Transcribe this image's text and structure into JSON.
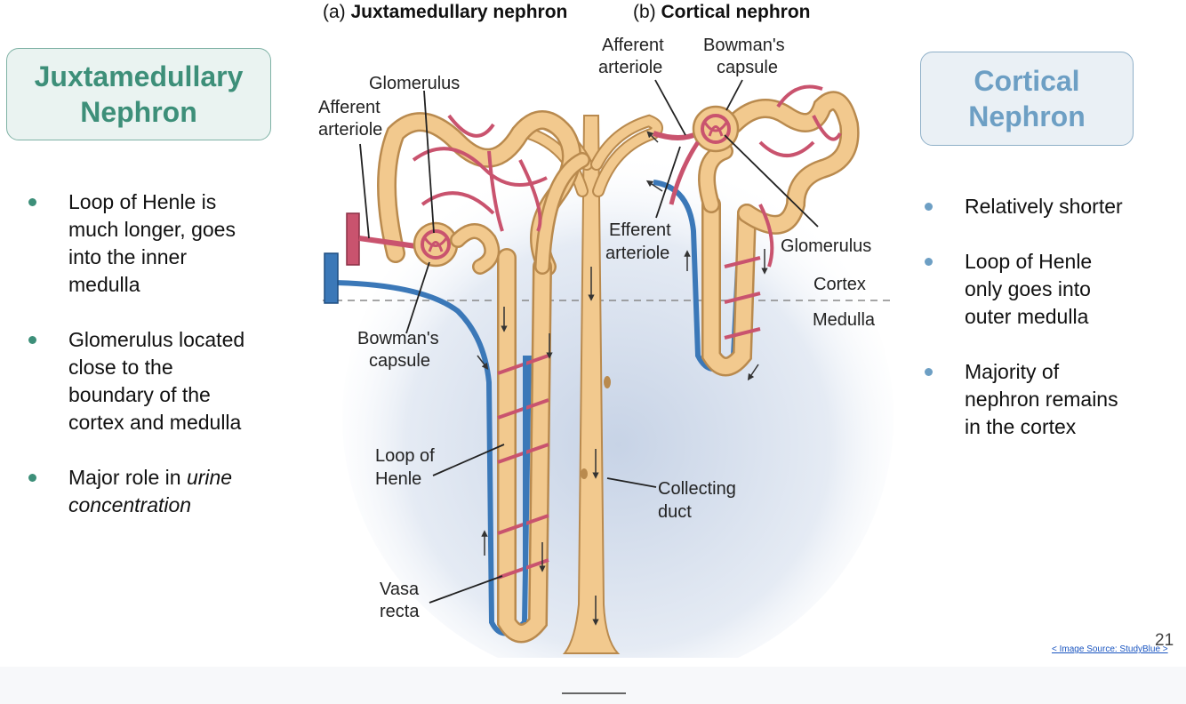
{
  "left_panel": {
    "title_line1": "Juxtamedullary",
    "title_line2": "Nephron",
    "bullets": [
      {
        "lines": [
          "Loop of Henle is",
          "much longer, goes",
          "into the inner",
          "medulla"
        ]
      },
      {
        "lines": [
          "Glomerulus located",
          "close to the",
          "boundary of the",
          "cortex and medulla"
        ]
      },
      {
        "line1_prefix": "Major role in ",
        "line1_em": "urine",
        "line2_em": "concentration"
      }
    ]
  },
  "right_panel": {
    "title_line1": "Cortical",
    "title_line2": "Nephron",
    "bullets": [
      {
        "lines": [
          "Relatively shorter"
        ]
      },
      {
        "lines": [
          "Loop of Henle",
          "only goes into",
          "outer medulla"
        ]
      },
      {
        "lines": [
          "Majority of",
          "nephron remains",
          "in the cortex"
        ]
      }
    ]
  },
  "diagram": {
    "caption_a_prefix": "(a) ",
    "caption_a_bold": "Juxtamedullary nephron",
    "caption_b_prefix": "(b) ",
    "caption_b_bold": "Cortical nephron",
    "labels": {
      "glomerulus_a": "Glomerulus",
      "afferent_a_1": "Afferent",
      "afferent_a_2": "arteriole",
      "bowmans_a_1": "Bowman's",
      "bowmans_a_2": "capsule",
      "loop_1": "Loop of",
      "loop_2": "Henle",
      "vasa_1": "Vasa",
      "vasa_2": "recta",
      "afferent_b_1": "Afferent",
      "afferent_b_2": "arteriole",
      "bowmans_b_1": "Bowman's",
      "bowmans_b_2": "capsule",
      "efferent_1": "Efferent",
      "efferent_2": "arteriole",
      "glomerulus_b": "Glomerulus",
      "cortex": "Cortex",
      "medulla": "Medulla",
      "collecting_1": "Collecting",
      "collecting_2": "duct"
    },
    "colors": {
      "tubule": "#f2c98e",
      "tubule_edge": "#b98a4e",
      "artery": "#c9536e",
      "vein": "#3b78b8"
    }
  },
  "footer": {
    "source": "< Image Source: StudyBlue >",
    "page_number": "21"
  }
}
